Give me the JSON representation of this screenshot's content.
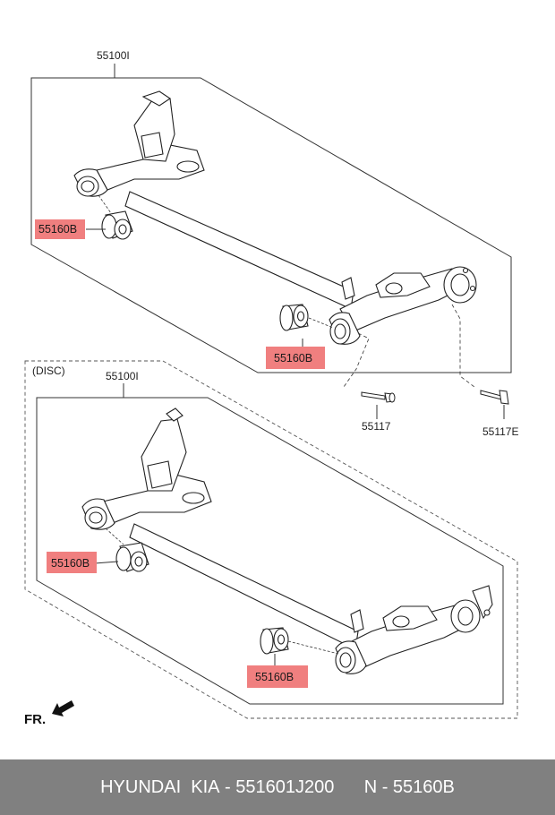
{
  "labels": {
    "top_assembly": "55100I",
    "bottom_assembly": "55100I",
    "disc": "(DISC)",
    "bushing_1": "55160B",
    "bushing_2": "55160B",
    "bushing_3": "55160B",
    "bushing_4": "55160B",
    "bolt": "55117",
    "bolt_e": "55117E",
    "front": "FR."
  },
  "colors": {
    "highlight": "#f07f7f",
    "footer_bg": "#808080",
    "footer_text": "#ffffff"
  },
  "footer": {
    "brand": "HYUNDAI  KIA",
    "part_number": "551601J200",
    "ref_code": "N - 55160B"
  }
}
